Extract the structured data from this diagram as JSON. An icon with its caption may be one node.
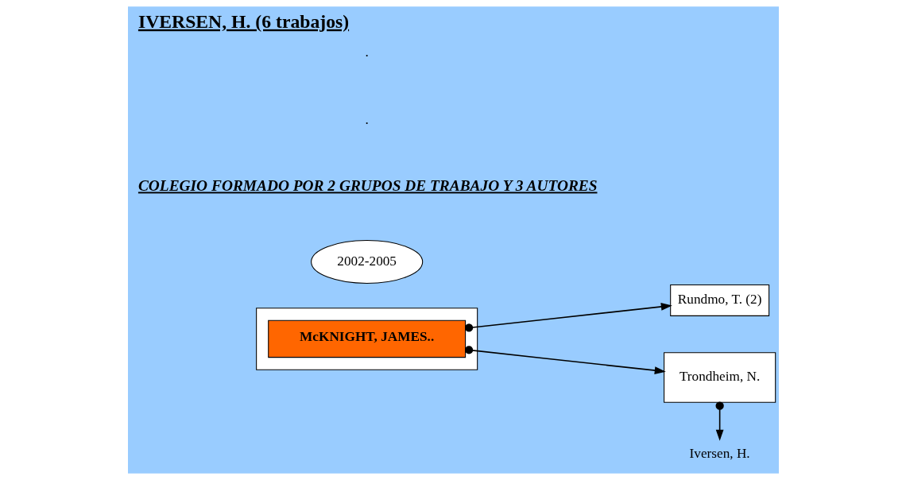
{
  "diagram": {
    "title": "IVERSEN, H. (6 trabajos)",
    "nodes": [
      {
        "text": [
          "Rundmo, T. (2)"
        ]
      },
      {
        "text": [],
        "shape": "box"
      },
      {
        "text": [
          "McKNIGHT, JAMES.."
        ],
        "in": 1
      },
      {
        "text": [
          "Trondheim, N."
        ]
      },
      {
        "text": [
          "Iversen, H."
        ]
      },
      {
        "text": [
          "2002-2005"
        ]
      }
    ],
    "edges": [
      {
        "from": 2,
        "to": 0,
        "arrow": "to"
      },
      {
        "from": 2,
        "to": 3,
        "arrow": "to"
      },
      {
        "from": 3,
        "to": 4,
        "arrow": "to"
      }
    ],
    "labels": [
      "COLEGIO FORMADO POR 2 GRUPOS DE TRABAJO Y 3 AUTORES",
      ".",
      "."
    ]
  }
}
